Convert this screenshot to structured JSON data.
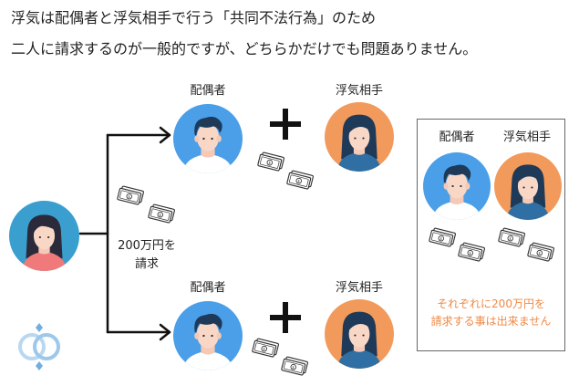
{
  "heading": {
    "line1": "浮気は配偶者と浮気相手で行う「共同不法行為」のため",
    "line2": "二人に請求するのが一般的ですが、どちらかだけでも問題ありません。"
  },
  "labels": {
    "spouse": "配偶者",
    "partner": "浮気相手",
    "claim_line1": "200万円を",
    "claim_line2": "請求"
  },
  "note": {
    "spouse": "配偶者",
    "partner": "浮気相手",
    "line1": "それぞれに200万円を",
    "line2": "請求する事は出来ません"
  },
  "colors": {
    "spouse_bg": "#4a9fe8",
    "partner_bg": "#f29a5b",
    "claimant_bg": "#3a9fcf",
    "note_text": "#f08a45",
    "money": "#2e7d32"
  },
  "icons": {
    "money": "money-bills-icon",
    "logo": "rings-logo-icon"
  }
}
